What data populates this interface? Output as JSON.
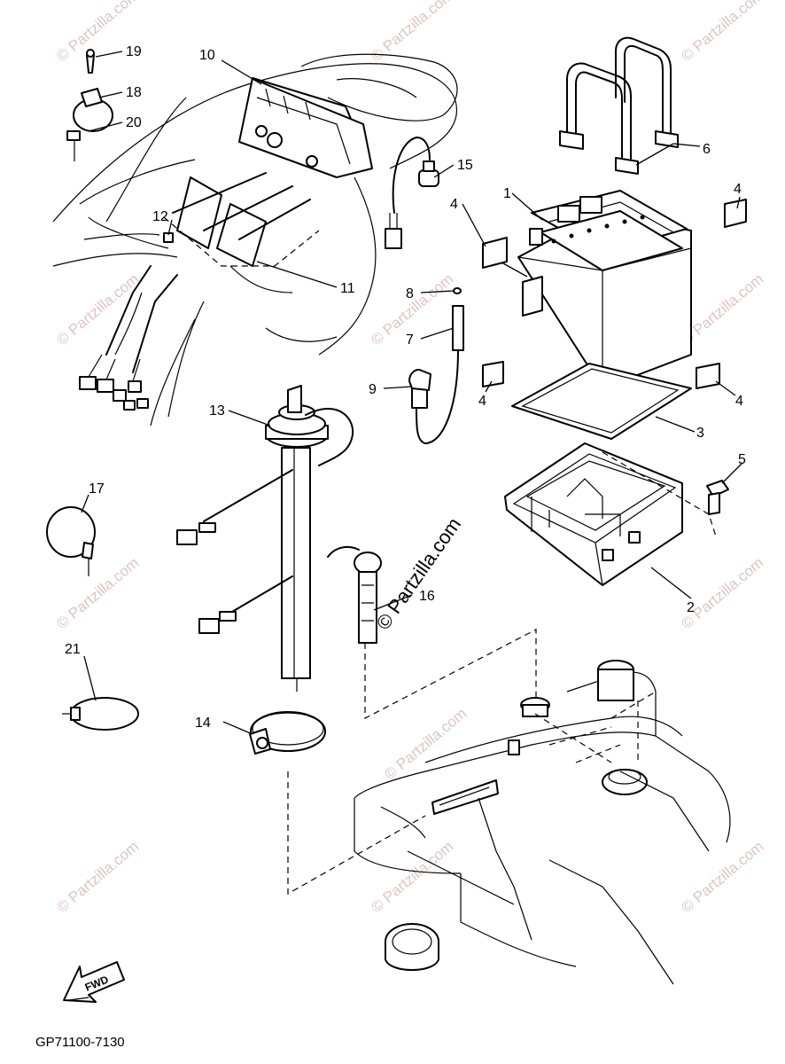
{
  "diagram_code": "GP71100-7130",
  "fwd_label": "FWD",
  "watermark": "© Partzilla.com",
  "callouts": {
    "p1": "1",
    "p2": "2",
    "p3": "3",
    "p4a": "4",
    "p4b": "4",
    "p4c": "4",
    "p4d": "4",
    "p5": "5",
    "p6": "6",
    "p7": "7",
    "p8": "8",
    "p9": "9",
    "p10": "10",
    "p11": "11",
    "p12": "12",
    "p13": "13",
    "p14": "14",
    "p15": "15",
    "p16": "16",
    "p17": "17",
    "p18": "18",
    "p19": "19",
    "p20": "20",
    "p21": "21"
  }
}
